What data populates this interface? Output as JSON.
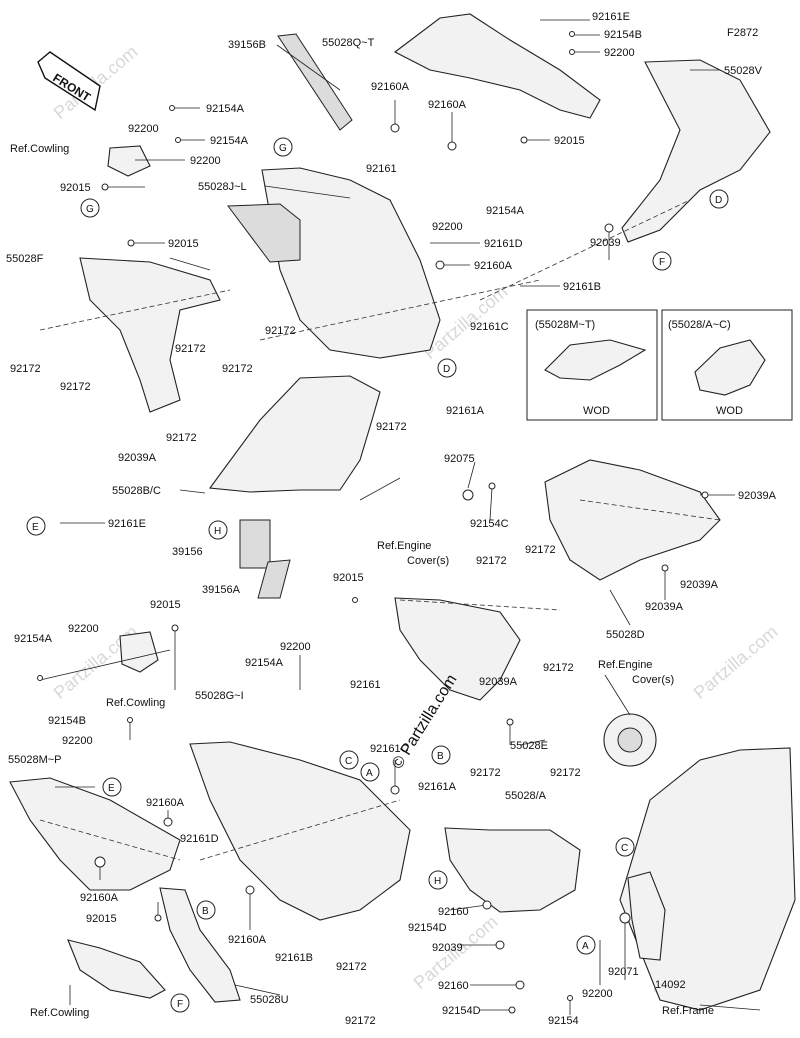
{
  "diagram_code": "F2872",
  "front_label": "FRONT",
  "watermark": "Partzilla.com",
  "copyright": "© Partzilla.com",
  "inset_boxes": [
    {
      "code": "(55028M~T)",
      "caption": "WOD"
    },
    {
      "code": "(55028/A~C)",
      "caption": "WOD"
    }
  ],
  "labels": {
    "l_92161E_top": "92161E",
    "l_92154B_top": "92154B",
    "l_92200_top": "92200",
    "l_55028V": "55028V",
    "l_39156B": "39156B",
    "l_55028Q": "55028Q~T",
    "l_92160A_1": "92160A",
    "l_92160A_2": "92160A",
    "l_92015_top": "92015",
    "l_92154A_1": "92154A",
    "l_92200_1": "92200",
    "l_92154A_2": "92154A",
    "l_refcowl_1": "Ref.Cowling",
    "l_92200_2": "92200",
    "l_92015_1": "92015",
    "l_55028JL": "55028J~L",
    "l_92161": "92161",
    "l_92154A_3": "92154A",
    "l_92200_3": "92200",
    "l_92015_2": "92015",
    "l_55028F": "55028F",
    "l_92161D_top": "92161D",
    "l_92160A_3": "92160A",
    "l_92039_top": "92039",
    "l_92161B_top": "92161B",
    "l_92172_1": "92172",
    "l_92172_2": "92172",
    "l_92172_3": "92172",
    "l_92172_4": "92172",
    "l_92161C_top": "92161C",
    "l_92172_5": "92172",
    "l_92161A_top": "92161A",
    "l_92039A_1": "92039A",
    "l_92172_6": "92172",
    "l_92172_7": "92172",
    "l_92075": "92075",
    "l_55028BC": "55028B/C",
    "l_92154C": "92154C",
    "l_refeng_1": "Ref.Engine",
    "l_refeng_1b": "Cover(s)",
    "l_92161E_left": "92161E",
    "l_39156": "39156",
    "l_39156A": "39156A",
    "l_92039A_2": "92039A",
    "l_92039A_3": "92039A",
    "l_92039A_4": "92039A",
    "l_55028D": "55028D",
    "l_92172_8": "92172",
    "l_92172_9": "92172",
    "l_92015_3": "92015",
    "l_92015_4": "92015",
    "l_92154A_4": "92154A",
    "l_92200_4": "92200",
    "l_92200_5": "92200",
    "l_92154A_5": "92154A",
    "l_refcowl_2": "Ref.Cowling",
    "l_55028GI": "55028G~I",
    "l_92161_2": "92161",
    "l_92172_10": "92172",
    "l_refeng_2": "Ref.Engine",
    "l_refeng_2b": "Cover(s)",
    "l_92039A_5": "92039A",
    "l_92154B_2": "92154B",
    "l_92200_6": "92200",
    "l_55028E": "55028E",
    "l_55028MP": "55028M~P",
    "l_92161C_2": "92161C",
    "l_92172_11": "92172",
    "l_92172_12": "92172",
    "l_92160A_4": "92160A",
    "l_92161A_2": "92161A",
    "l_55028A": "55028/A",
    "l_92161D_2": "92161D",
    "l_92160A_5": "92160A",
    "l_92015_5": "92015",
    "l_92160A_6": "92160A",
    "l_92160": "92160",
    "l_92154D_1": "92154D",
    "l_92039": "92039",
    "l_92161B_2": "92161B",
    "l_92172_13": "92172",
    "l_92160_2": "92160",
    "l_92154D_2": "92154D",
    "l_92071": "92071",
    "l_14092": "14092",
    "l_92200_7": "92200",
    "l_92154": "92154",
    "l_55028U": "55028U",
    "l_92172_14": "92172",
    "l_refcowl_3": "Ref.Cowling",
    "l_refframe": "Ref.Frame"
  },
  "callouts": {
    "G1": "G",
    "G2": "G",
    "D1": "D",
    "D2": "D",
    "F1": "F",
    "H1": "H",
    "E1": "E",
    "E2": "E",
    "C1": "C",
    "A1": "A",
    "B1": "B",
    "H2": "H",
    "B2": "B",
    "C2": "C",
    "A2": "A",
    "F2": "F"
  }
}
